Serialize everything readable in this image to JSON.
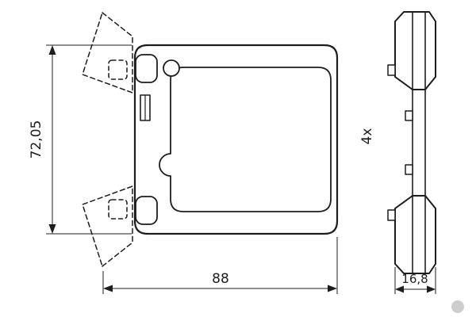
{
  "dimensions": {
    "height": "72,05",
    "width": "88",
    "thickness": "16,8"
  },
  "side_view": {
    "quantity": "4x"
  },
  "colors": {
    "line": "#1d1d1b",
    "background": "#ffffff",
    "watermark": "#cdcdcd"
  }
}
